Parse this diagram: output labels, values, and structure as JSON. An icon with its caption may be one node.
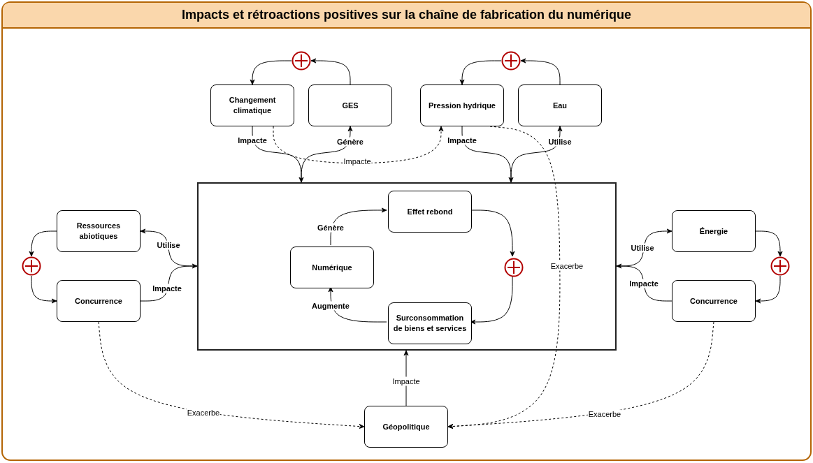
{
  "diagram": {
    "title": "Impacts et rétroactions positives sur la chaîne de fabrication du numérique",
    "nodes": [
      {
        "text": [
          "Changement climatique"
        ]
      },
      {
        "text": [
          "GES"
        ]
      },
      {
        "text": [
          "Pression hydrique"
        ]
      },
      {
        "text": [
          "Eau"
        ]
      },
      {
        "text": [],
        "shape": "circle"
      },
      {
        "text": [],
        "shape": "circle"
      },
      {
        "text": [],
        "shape": "box"
      },
      {
        "text": [
          "Effet rebond"
        ],
        "in": 6
      },
      {
        "text": [
          "Numérique"
        ],
        "in": 6
      },
      {
        "text": [
          "Surconsommation de biens et services"
        ],
        "in": 6
      },
      {
        "text": [],
        "shape": "circle",
        "in": 6
      },
      {
        "text": [
          "Ressources abiotiques"
        ]
      },
      {
        "text": [],
        "shape": "circle"
      },
      {
        "text": [
          "Concurrence"
        ]
      },
      {
        "text": [
          "Énergie"
        ]
      },
      {
        "text": [],
        "shape": "circle"
      },
      {
        "text": [
          "Concurrence"
        ]
      },
      {
        "text": [
          "Géopolitique"
        ]
      }
    ],
    "edges": [
      {
        "from": 1,
        "to": 4,
        "arrow": "to"
      },
      {
        "from": 4,
        "to": 0,
        "arrow": "to"
      },
      {
        "from": 3,
        "to": 5,
        "arrow": "to"
      },
      {
        "from": 5,
        "to": 2,
        "arrow": "to"
      },
      {
        "from": 0,
        "to": 6,
        "arrow": "to",
        "label": "Impacte"
      },
      {
        "from": 6,
        "to": 1,
        "arrow": "to",
        "label": "Génère"
      },
      {
        "from": 0,
        "to": 2,
        "arrow": "to",
        "label": "Impacte",
        "style": "dashed"
      },
      {
        "from": 2,
        "to": 6,
        "arrow": "to",
        "label": "Impacte"
      },
      {
        "from": 6,
        "to": 3,
        "arrow": "to",
        "label": "Utilise"
      },
      {
        "from": 2,
        "to": 17,
        "arrow": "to",
        "label": "Exacerbe",
        "style": "dashed"
      },
      {
        "from": 7,
        "to": 10,
        "arrow": "to"
      },
      {
        "from": 10,
        "to": 9,
        "arrow": "to"
      },
      {
        "from": 9,
        "to": 8,
        "arrow": "to",
        "label": "Augmente"
      },
      {
        "from": 8,
        "to": 7,
        "arrow": "to",
        "label": "Génère"
      },
      {
        "from": 11,
        "to": 12,
        "arrow": "to"
      },
      {
        "from": 12,
        "to": 13,
        "arrow": "to"
      },
      {
        "from": 6,
        "to": 11,
        "arrow": "to",
        "label": "Utilise"
      },
      {
        "from": 13,
        "to": 6,
        "arrow": "to",
        "label": "Impacte"
      },
      {
        "from": 14,
        "to": 15,
        "arrow": "to"
      },
      {
        "from": 15,
        "to": 16,
        "arrow": "to"
      },
      {
        "from": 6,
        "to": 14,
        "arrow": "to",
        "label": "Utilise"
      },
      {
        "from": 16,
        "to": 6,
        "arrow": "to",
        "label": "Impacte"
      },
      {
        "from": 13,
        "to": 17,
        "arrow": "to",
        "label": "Exacerbe",
        "style": "dashed"
      },
      {
        "from": 16,
        "to": 17,
        "arrow": "to",
        "label": "Exacerbe",
        "style": "dashed"
      },
      {
        "from": 17,
        "to": 6,
        "arrow": "to",
        "label": "Impacte"
      }
    ]
  }
}
